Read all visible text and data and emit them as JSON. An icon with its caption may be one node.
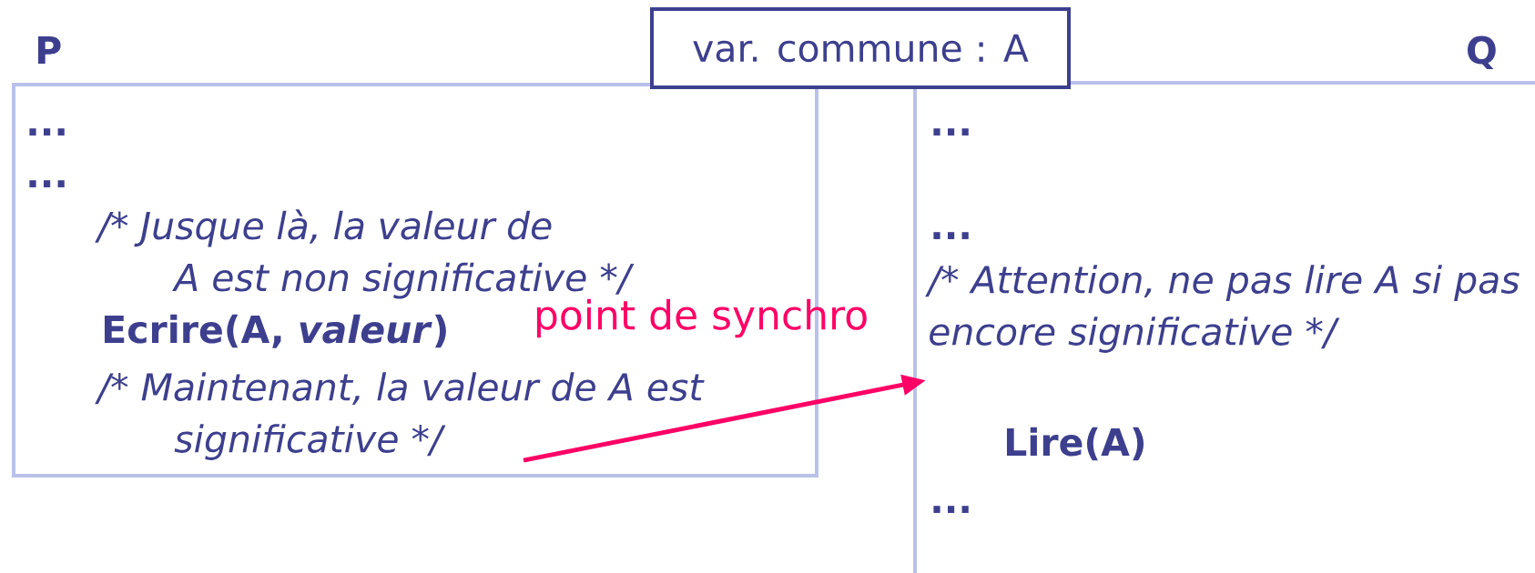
{
  "diagram": {
    "nodes": [
      {
        "text": [
          "P",
          "...",
          "...",
          "/* Jusque là, la valeur de A est non significative */",
          "Ecrire(A, *valeur*)"
        ]
      },
      {
        "text": [
          "/* Maintenant, la valeur de A est significative */"
        ],
        "in": 0
      },
      {
        "text": [
          "var. commune : A"
        ]
      },
      {
        "text": [
          "Q",
          "...",
          "...",
          "Lire(A)",
          "..."
        ]
      },
      {
        "text": [
          "/* Attention, ne pas lire A si pas encore significative */"
        ],
        "in": 3
      }
    ],
    "edges": [
      {
        "from": 1,
        "to": 4,
        "arrow": "to",
        "label": "point de synchro",
        "color": "#ff0066"
      }
    ]
  }
}
